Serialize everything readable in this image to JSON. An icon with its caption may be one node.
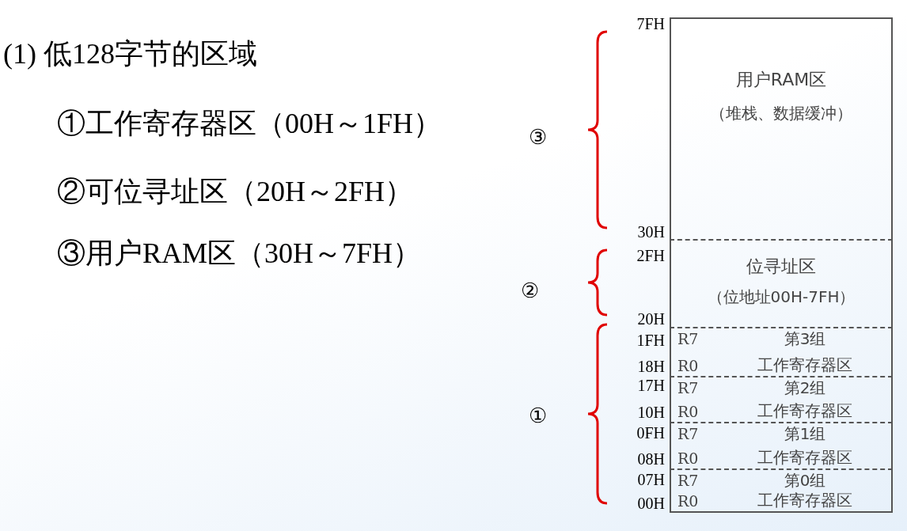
{
  "diagram": {
    "title": "(1) 低128字节的区域",
    "nodes": [
      {
        "text": [
          "用户RAM区",
          "（堆栈、数据缓冲）"
        ]
      },
      {
        "text": [
          "位寻址区",
          "（位地址00H-7FH）"
        ]
      },
      {
        "text": [
          "R7",
          "第3组",
          "R0",
          "工作寄存器区"
        ]
      },
      {
        "text": [
          "R7",
          "第2组",
          "R0",
          "工作寄存器区"
        ]
      },
      {
        "text": [
          "R7",
          "第1组",
          "R0",
          "工作寄存器区"
        ]
      },
      {
        "text": [
          "R7",
          "第0组",
          "R0",
          "工作寄存器区"
        ]
      }
    ],
    "edges": [],
    "labels": [
      "①工作寄存器区（00H～1FH）",
      "②可位寻址区（20H～2FH）",
      "③用户RAM区（30H～7FH）",
      "③",
      "②",
      "①",
      "7FH",
      "30H",
      "2FH",
      "20H",
      "1FH",
      "18H",
      "17H",
      "10H",
      "0FH",
      "08H",
      "07H",
      "00H"
    ]
  }
}
